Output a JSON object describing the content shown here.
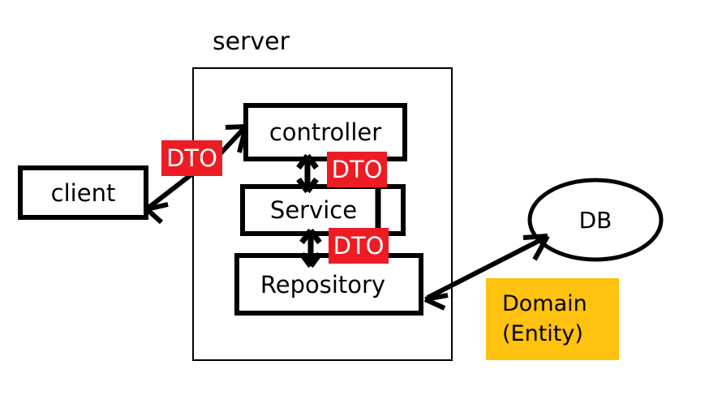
{
  "diagram": {
    "type": "architecture-layer-diagram",
    "background_color": "#ffffff",
    "stroke_color": "#000000",
    "accent_red": "#ed1c24",
    "accent_amber": "#ffc20e",
    "labels": {
      "server": "server",
      "client": "client",
      "controller": "controller",
      "service": "Service",
      "repository": "Repository",
      "db": "DB",
      "domain_line1": "Domain",
      "domain_line2": "(Entity)"
    },
    "dto_badges": [
      {
        "id": "dto-client-controller",
        "text": "DTO"
      },
      {
        "id": "dto-controller-service",
        "text": "DTO"
      },
      {
        "id": "dto-service-repository",
        "text": "DTO"
      }
    ],
    "connectors": [
      {
        "id": "client-to-controller",
        "from": "client",
        "to": "controller",
        "style": "arrow",
        "label": "DTO"
      },
      {
        "id": "controller-to-client",
        "from": "controller",
        "to": "client",
        "style": "arrow",
        "label": "DTO"
      },
      {
        "id": "controller-service",
        "from": "controller",
        "to": "service",
        "style": "double-arrow",
        "label": "DTO"
      },
      {
        "id": "service-repository",
        "from": "service",
        "to": "repository",
        "style": "double-arrow",
        "label": "DTO"
      },
      {
        "id": "repository-db",
        "from": "repository",
        "to": "db",
        "style": "double-arrow",
        "label": "Domain (Entity)"
      }
    ]
  }
}
